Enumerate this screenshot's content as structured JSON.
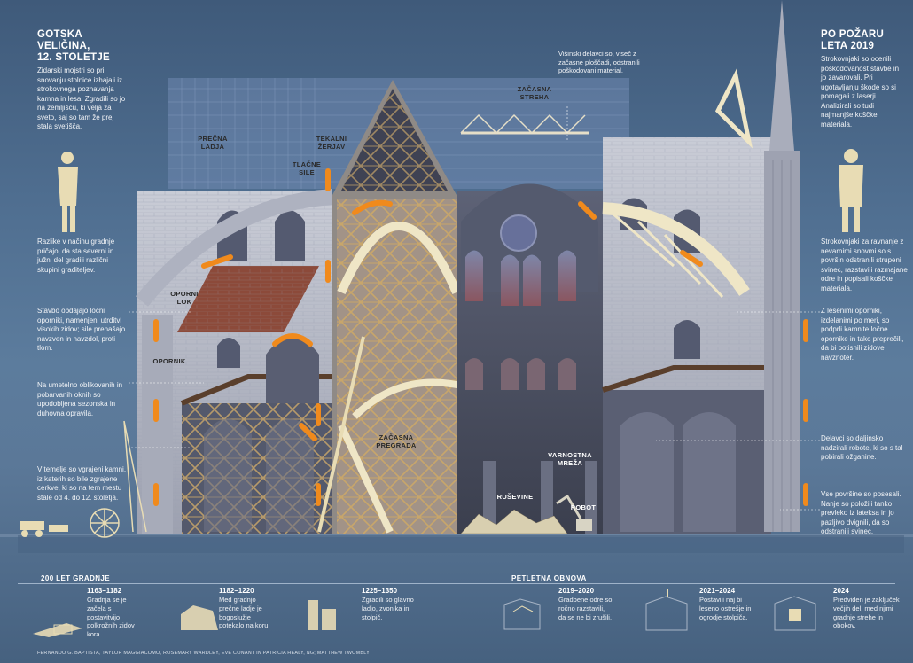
{
  "left_header": {
    "title_line1": "GOTSKA VELIČINA,",
    "title_line2": "12. STOLETJE",
    "text": "Zidarski mojstri so pri snovanju stolnice izhajali iz strokovnega poznavanja kamna in lesa. Zgradili so jo na zemljišču, ki velja za sveto, saj so tam že prej stala svetišča."
  },
  "right_header": {
    "title_line1": "PO POŽARU",
    "title_line2": "LETA 2019",
    "text": "Strokovnjaki so ocenili poškodovanost stavbe in jo zavarovali. Pri ugotavljanju škode so si pomagali z laserji. Analizirali so tudi najmanjše koščke materiala."
  },
  "left_notes": [
    "Razlike v načinu gradnje pričajo, da sta severni in južni del gradili različni skupini graditeljev.",
    "Stavbo obdajajo ločni oporniki, namenjeni utrditvi visokih zidov; sile prenašajo navzven in navzdol, proti tlom.",
    "Na umetelno oblikovanih in pobarvanih oknih so upodobljena sezonska in duhovna opravila.",
    "V temelje so vgrajeni kamni, iz katerih so bile zgrajene cerkve, ki so na tem mestu stale od 4. do 12. stoletja."
  ],
  "right_notes": [
    "Strokovnjaki za ravnanje z nevarnimi snovmi so s površin odstranili strupeni svinec, razstavili razmajane odre in popisali koščke materiala.",
    "Z lesenimi oporniki, izdelanimi po meri, so podprli kamnite ločne opornike in tako preprečili, da bi potisnili zidove navznoter.",
    "Delavci so daljinsko nadzirali robote, ki so s tal pobirali ožganine.",
    "Vse površine so posesali. Nanje so položili tanko prevleko iz lateksa in jo pazljivo dvignili, da so odstranili svinec."
  ],
  "top_note": "Višinski delavci so, viseč z začasne ploščadi, odstranili poškodovani material.",
  "diagram_labels": {
    "precna_ladja": "PREČNA LADJA",
    "tekalni_zerjav": "TEKALNI ŽERJAV",
    "tlacne_sile": "TLAČNE SILE",
    "zacasna_streha": "ZAČASNA STREHA",
    "oporni_lok": "OPORNI LOK",
    "opornik": "OPORNIK",
    "zacasna_pregrada": "ZAČASNA PREGRADA",
    "varnostna_mreza": "VARNOSTNA MREŽA",
    "rusevine": "RUŠEVINE",
    "robot": "ROBOT"
  },
  "timeline_left": {
    "heading": "200 LET GRADNJE",
    "items": [
      {
        "years": "1163–1182",
        "text": "Gradnja se je začela s postavitvijo polkrožnih zidov kora."
      },
      {
        "years": "1182–1220",
        "text": "Med gradnjo prečne ladje je bogoslužje potekalo na koru."
      },
      {
        "years": "1225–1350",
        "text": "Zgradili so glavno ladjo, zvonika in stolpič."
      }
    ]
  },
  "timeline_right": {
    "heading": "PETLETNA OBNOVA",
    "items": [
      {
        "years": "2019–2020",
        "text": "Gradbene odre so ročno razstavili, da se ne bi zrušili."
      },
      {
        "years": "2021–2024",
        "text": "Postavili naj bi leseno ostrešje in ogrodje stolpiča."
      },
      {
        "years": "2024",
        "text": "Predviden je zaključek večjih del, med njimi gradnje strehe in obokov."
      }
    ]
  },
  "credit": "FERNANDO G. BAPTISTA, TAYLOR MAGGIACOMO, ROSEMARY WARDLEY, EVE CONANT IN PATRICIA HEALY, NG; MATTHEW TWOMBLY",
  "colors": {
    "stone": "#b8bcc9",
    "stone_dark": "#7d8192",
    "wood": "#c8a66a",
    "force": "#f08a1c",
    "roof_red": "#8c4a3a",
    "interior": "#4a4e5e"
  }
}
